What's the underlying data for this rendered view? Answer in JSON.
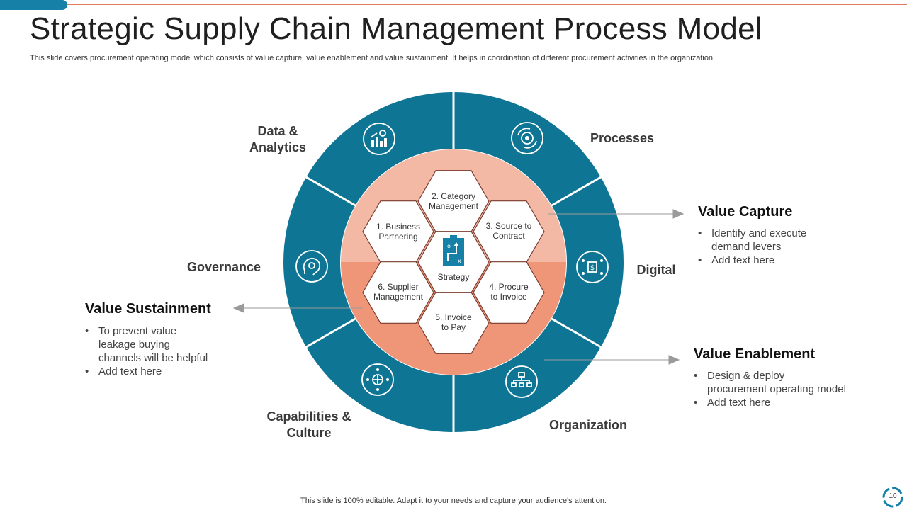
{
  "header": {
    "title": "Strategic Supply Chain Management Process Model",
    "subtitle": "This slide covers procurement operating model which consists of value capture, value enablement and value sustainment. It helps in coordination of different procurement activities in the organization."
  },
  "colors": {
    "teal": "#0e7694",
    "ring_border": "#ffffff",
    "inner_top": "#f4b9a5",
    "inner_bottom": "#ef9679",
    "accent_line": "#e07a5f"
  },
  "segments": [
    {
      "label": "Data &\nAnalytics",
      "icon": "analytics-icon"
    },
    {
      "label": "Processes",
      "icon": "gear-cycle-icon"
    },
    {
      "label": "Digital",
      "icon": "digital-money-icon"
    },
    {
      "label": "Organization",
      "icon": "org-chart-icon"
    },
    {
      "label": "Capabilities &\nCulture",
      "icon": "globe-network-icon"
    },
    {
      "label": "Governance",
      "icon": "brain-gear-icon"
    }
  ],
  "hexagons": [
    {
      "label": "2. Category\nManagement"
    },
    {
      "label": "1. Business\nPartnering"
    },
    {
      "label": "3. Source to\nContract"
    },
    {
      "label": "Strategy",
      "icon": "strategy-board-icon"
    },
    {
      "label": "6. Supplier\nManagement"
    },
    {
      "label": "4. Procure\nto Invoice"
    },
    {
      "label": "5. Invoice\nto Pay"
    }
  ],
  "callouts": {
    "capture": {
      "title": "Value Capture",
      "items": [
        "Identify and execute\ndemand levers",
        "Add text here"
      ]
    },
    "sustainment": {
      "title": "Value Sustainment",
      "items": [
        "To prevent value\nleakage buying\nchannels will be helpful",
        "Add text here"
      ]
    },
    "enablement": {
      "title": "Value Enablement",
      "items": [
        "Design & deploy\nprocurement operating model",
        "Add text here"
      ]
    }
  },
  "footer": {
    "text": "This slide is 100% editable. Adapt it to your needs and capture your audience's attention.",
    "page_number": "10"
  }
}
